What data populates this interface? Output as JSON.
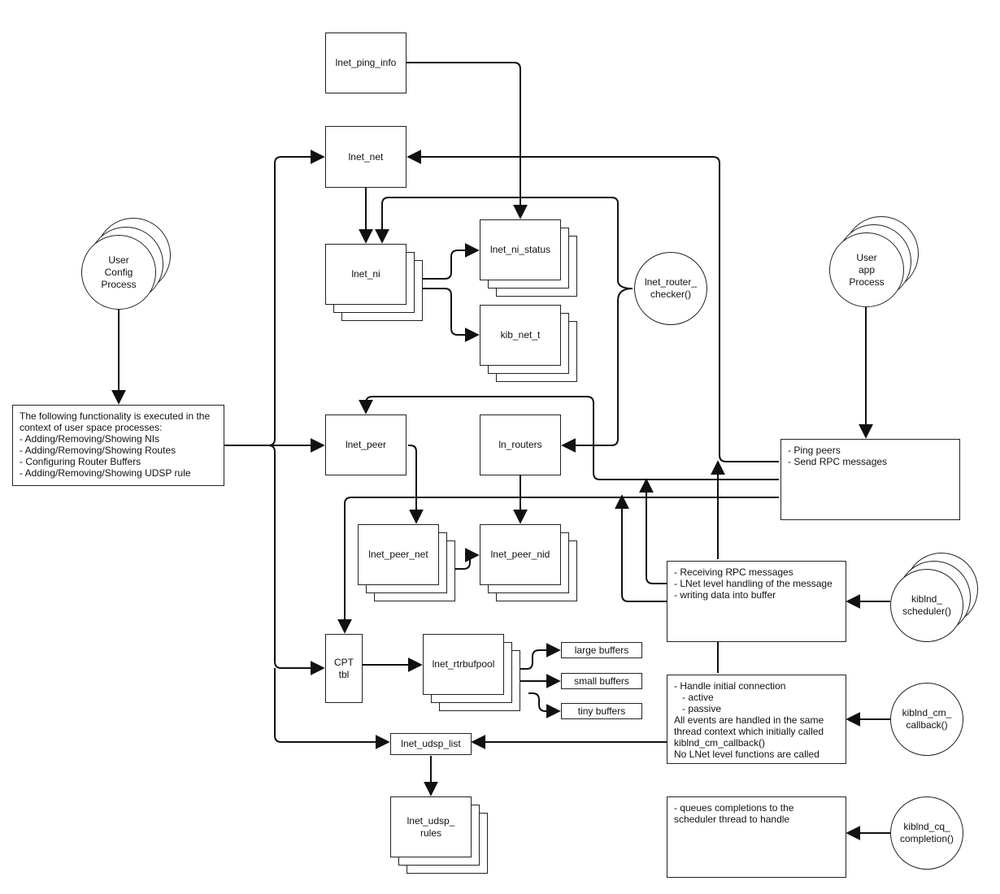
{
  "nodes": {
    "lnet_ping_info": "lnet_ping_info",
    "lnet_net": "lnet_net",
    "lnet_ni": "lnet_ni",
    "lnet_ni_status": "lnet_ni_status",
    "kib_net_t": "kib_net_t",
    "lnet_router_checker": "lnet_router_\nchecker()",
    "lnet_peer": "lnet_peer",
    "ln_routers": "ln_routers",
    "lnet_peer_net": "lnet_peer_net",
    "lnet_peer_nid": "lnet_peer_nid",
    "cpt_tbl": "CPT\ntbl",
    "lnet_rtrbufpool": "lnet_rtrbufpool",
    "large_buffers": "large buffers",
    "small_buffers": "small buffers",
    "tiny_buffers": "tiny buffers",
    "lnet_udsp_list": "lnet_udsp_list",
    "lnet_udsp_rules": "lnet_udsp_\nrules",
    "user_config_process": "User\nConfig\nProcess",
    "user_app_process": "User\napp\nProcess",
    "kiblnd_scheduler": "kiblnd_\nscheduler()",
    "kiblnd_cm_callback": "kiblnd_cm_\ncallback()",
    "kiblnd_cq_completion": "kiblnd_cq_\ncompletion()"
  },
  "text_boxes": {
    "user_space": [
      "The following functionality is executed in the",
      "context of user space processes:",
      "- Adding/Removing/Showing NIs",
      "- Adding/Removing/Showing Routes",
      "- Configuring Router Buffers",
      "- Adding/Removing/Showing UDSP rule"
    ],
    "app_actions": [
      "- Ping peers",
      "- Send RPC messages"
    ],
    "scheduler_actions": [
      "- Receiving RPC messages",
      "- LNet level handling of the message",
      "- writing data into buffer"
    ],
    "cm_callback_actions": [
      "- Handle initial connection",
      "   - active",
      "   - passive",
      "All events are handled in the same",
      "thread context which initially called",
      "kiblnd_cm_callback()",
      "No LNet level functions are called"
    ],
    "cq_completion_actions": [
      "- queues completions to the",
      "scheduler thread to handle"
    ]
  },
  "colors": {
    "stroke": "#222222",
    "fill": "#ffffff",
    "text": "#111111"
  }
}
